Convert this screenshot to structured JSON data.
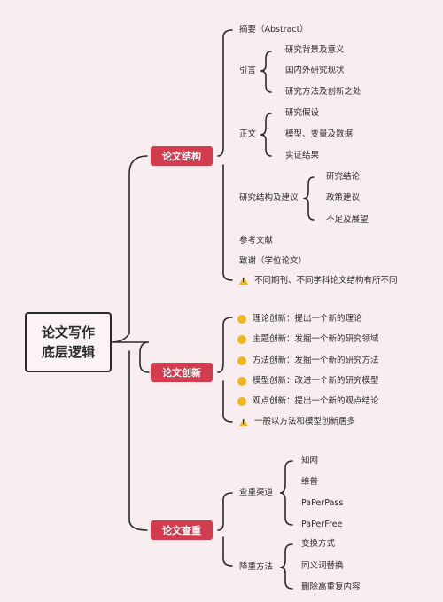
{
  "root": {
    "line1": "论文写作",
    "line2": "底层逻辑"
  },
  "structure": {
    "label": "论文结构",
    "abstract": "摘要（Abstract）",
    "intro": {
      "label": "引言",
      "items": [
        "研究背景及意义",
        "国内外研究现状",
        "研究方法及创新之处"
      ]
    },
    "body": {
      "label": "正文",
      "items": [
        "研究假设",
        "模型、变量及数据",
        "实证结果"
      ]
    },
    "conclusion": {
      "label": "研究结构及建议",
      "items": [
        "研究结论",
        "政策建议",
        "不足及展望"
      ]
    },
    "references": "参考文献",
    "thanks": "致谢（学位论文）",
    "note": "不同期刊、不同学科论文结构有所不同"
  },
  "innovation": {
    "label": "论文创新",
    "items": [
      "理论创新：提出一个新的理论",
      "主题创新：发掘一个新的研究领域",
      "方法创新：发掘一个新的研究方法",
      "模型创新：改进一个新的研究模型",
      "观点创新：提出一个新的观点结论"
    ],
    "note": "一般以方法和模型创新居多"
  },
  "duplicate": {
    "label": "论文查重",
    "channels": {
      "label": "查重渠道",
      "items": [
        "知网",
        "维普",
        "PaPerPass",
        "PaPerFree"
      ]
    },
    "methods": {
      "label": "降重方法",
      "items": [
        "变换方式",
        "同义词替换",
        "删除高重复内容"
      ]
    }
  },
  "colors": {
    "accent": "#d33c4e",
    "bullet": "#f1b51c",
    "line": "#2a2a2a",
    "background": "#f8eeef"
  }
}
